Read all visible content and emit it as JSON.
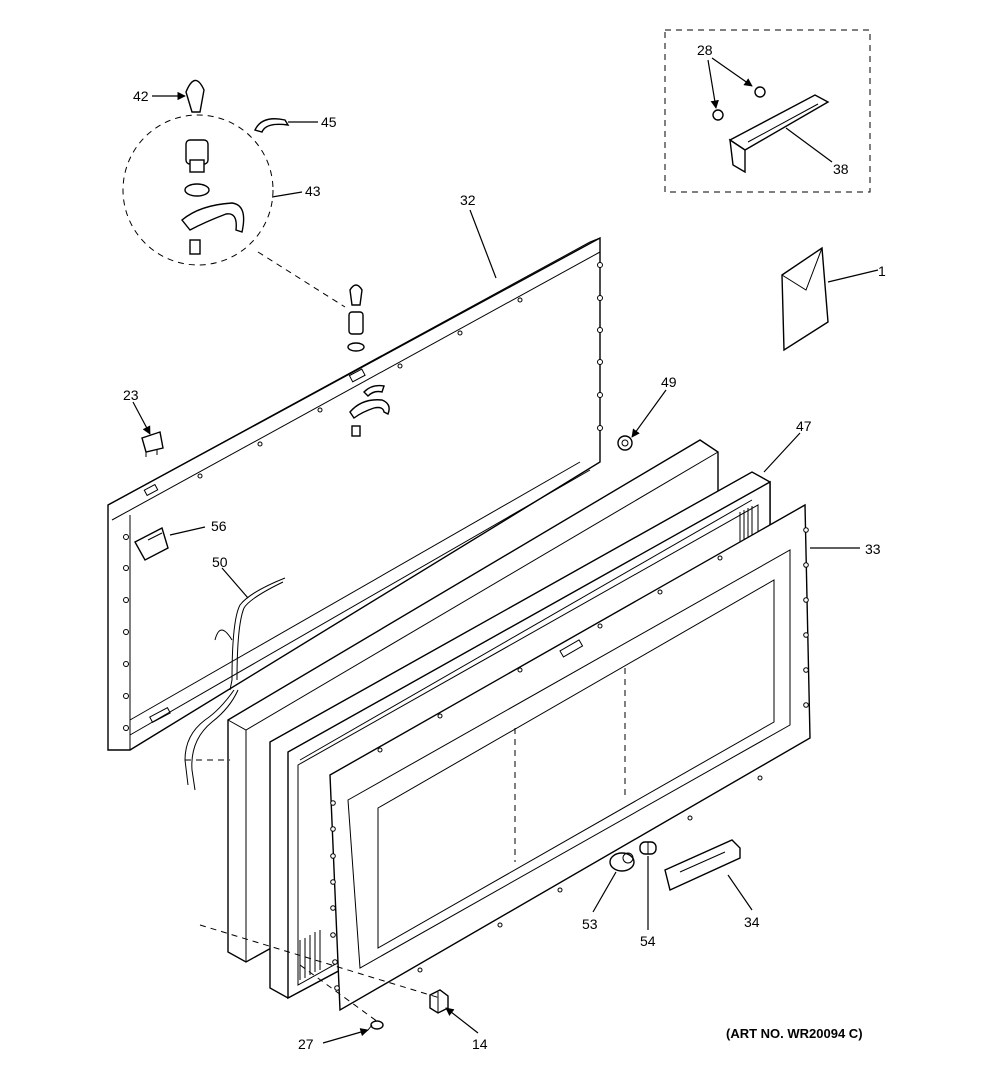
{
  "diagram": {
    "art_number": "(ART NO. WR20094 C)",
    "callouts": {
      "c1": "1",
      "c14": "14",
      "c23": "23",
      "c27": "27",
      "c28": "28",
      "c32": "32",
      "c33": "33",
      "c34": "34",
      "c38": "38",
      "c42": "42",
      "c43": "43",
      "c45": "45",
      "c47": "47",
      "c49": "49",
      "c50": "50",
      "c53": "53",
      "c54": "54",
      "c56": "56"
    }
  }
}
